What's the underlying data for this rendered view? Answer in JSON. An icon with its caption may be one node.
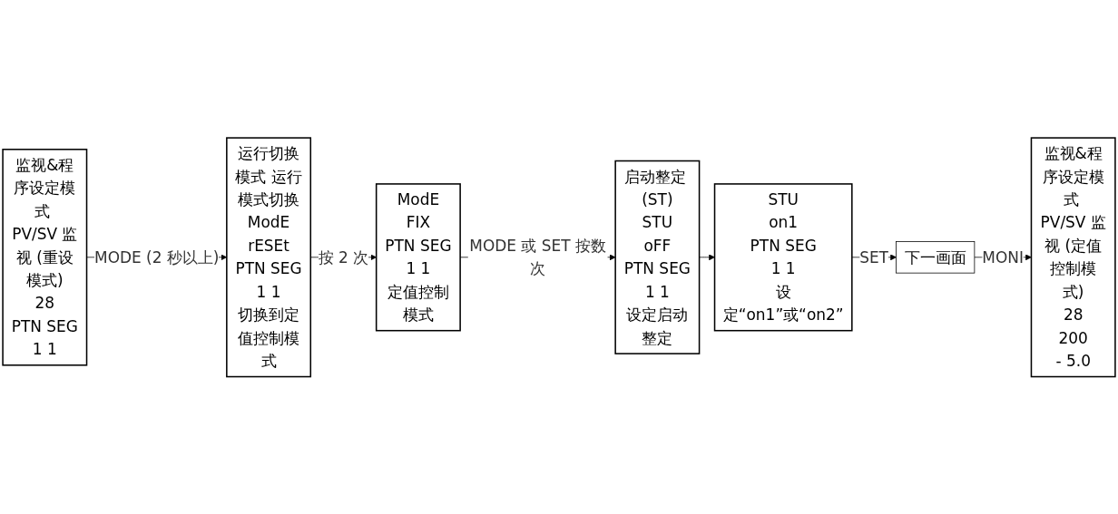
{
  "diagram": {
    "nodes": [
      {
        "text": [
          "监视&程序设定模式 PV/SV 监视 (重设模式)",
          "28",
          "PTN SEG",
          "1 1"
        ]
      },
      {
        "text": [
          "运行切换模式 运行模式切换",
          "ModE",
          "rESEt",
          "PTN SEG",
          "1 1",
          "切换到定值控制模式"
        ]
      },
      {
        "text": [
          "ModE",
          "FIX",
          "PTN SEG",
          "1 1",
          "定值控制模式"
        ]
      },
      {
        "text": [
          "启动整定 (ST)",
          "STU",
          "oFF",
          "PTN SEG",
          "1 1",
          "设定启动整定"
        ]
      },
      {
        "text": [
          "STU",
          "on1",
          "PTN SEG",
          "1 1",
          "设定“on1”或“on2”"
        ]
      },
      {
        "text": [
          "下一画面"
        ]
      },
      {
        "text": [
          "监视&程序设定模式 PV/SV 监视 (定值控制模式)",
          "28",
          "200",
          "- 5.0"
        ]
      }
    ],
    "edges": [
      {
        "from": 0,
        "to": 1,
        "arrow": "to",
        "label": "MODE (2 秒以上)"
      },
      {
        "from": 1,
        "to": 2,
        "arrow": "to",
        "label": "按 2 次"
      },
      {
        "from": 2,
        "to": 3,
        "arrow": "to",
        "label": "MODE 或 SET 按数次"
      },
      {
        "from": 3,
        "to": 4,
        "arrow": "to"
      },
      {
        "from": 4,
        "to": 5,
        "arrow": "to",
        "label": "SET"
      },
      {
        "from": 5,
        "to": 6,
        "arrow": "to",
        "label": "MONI"
      }
    ]
  }
}
